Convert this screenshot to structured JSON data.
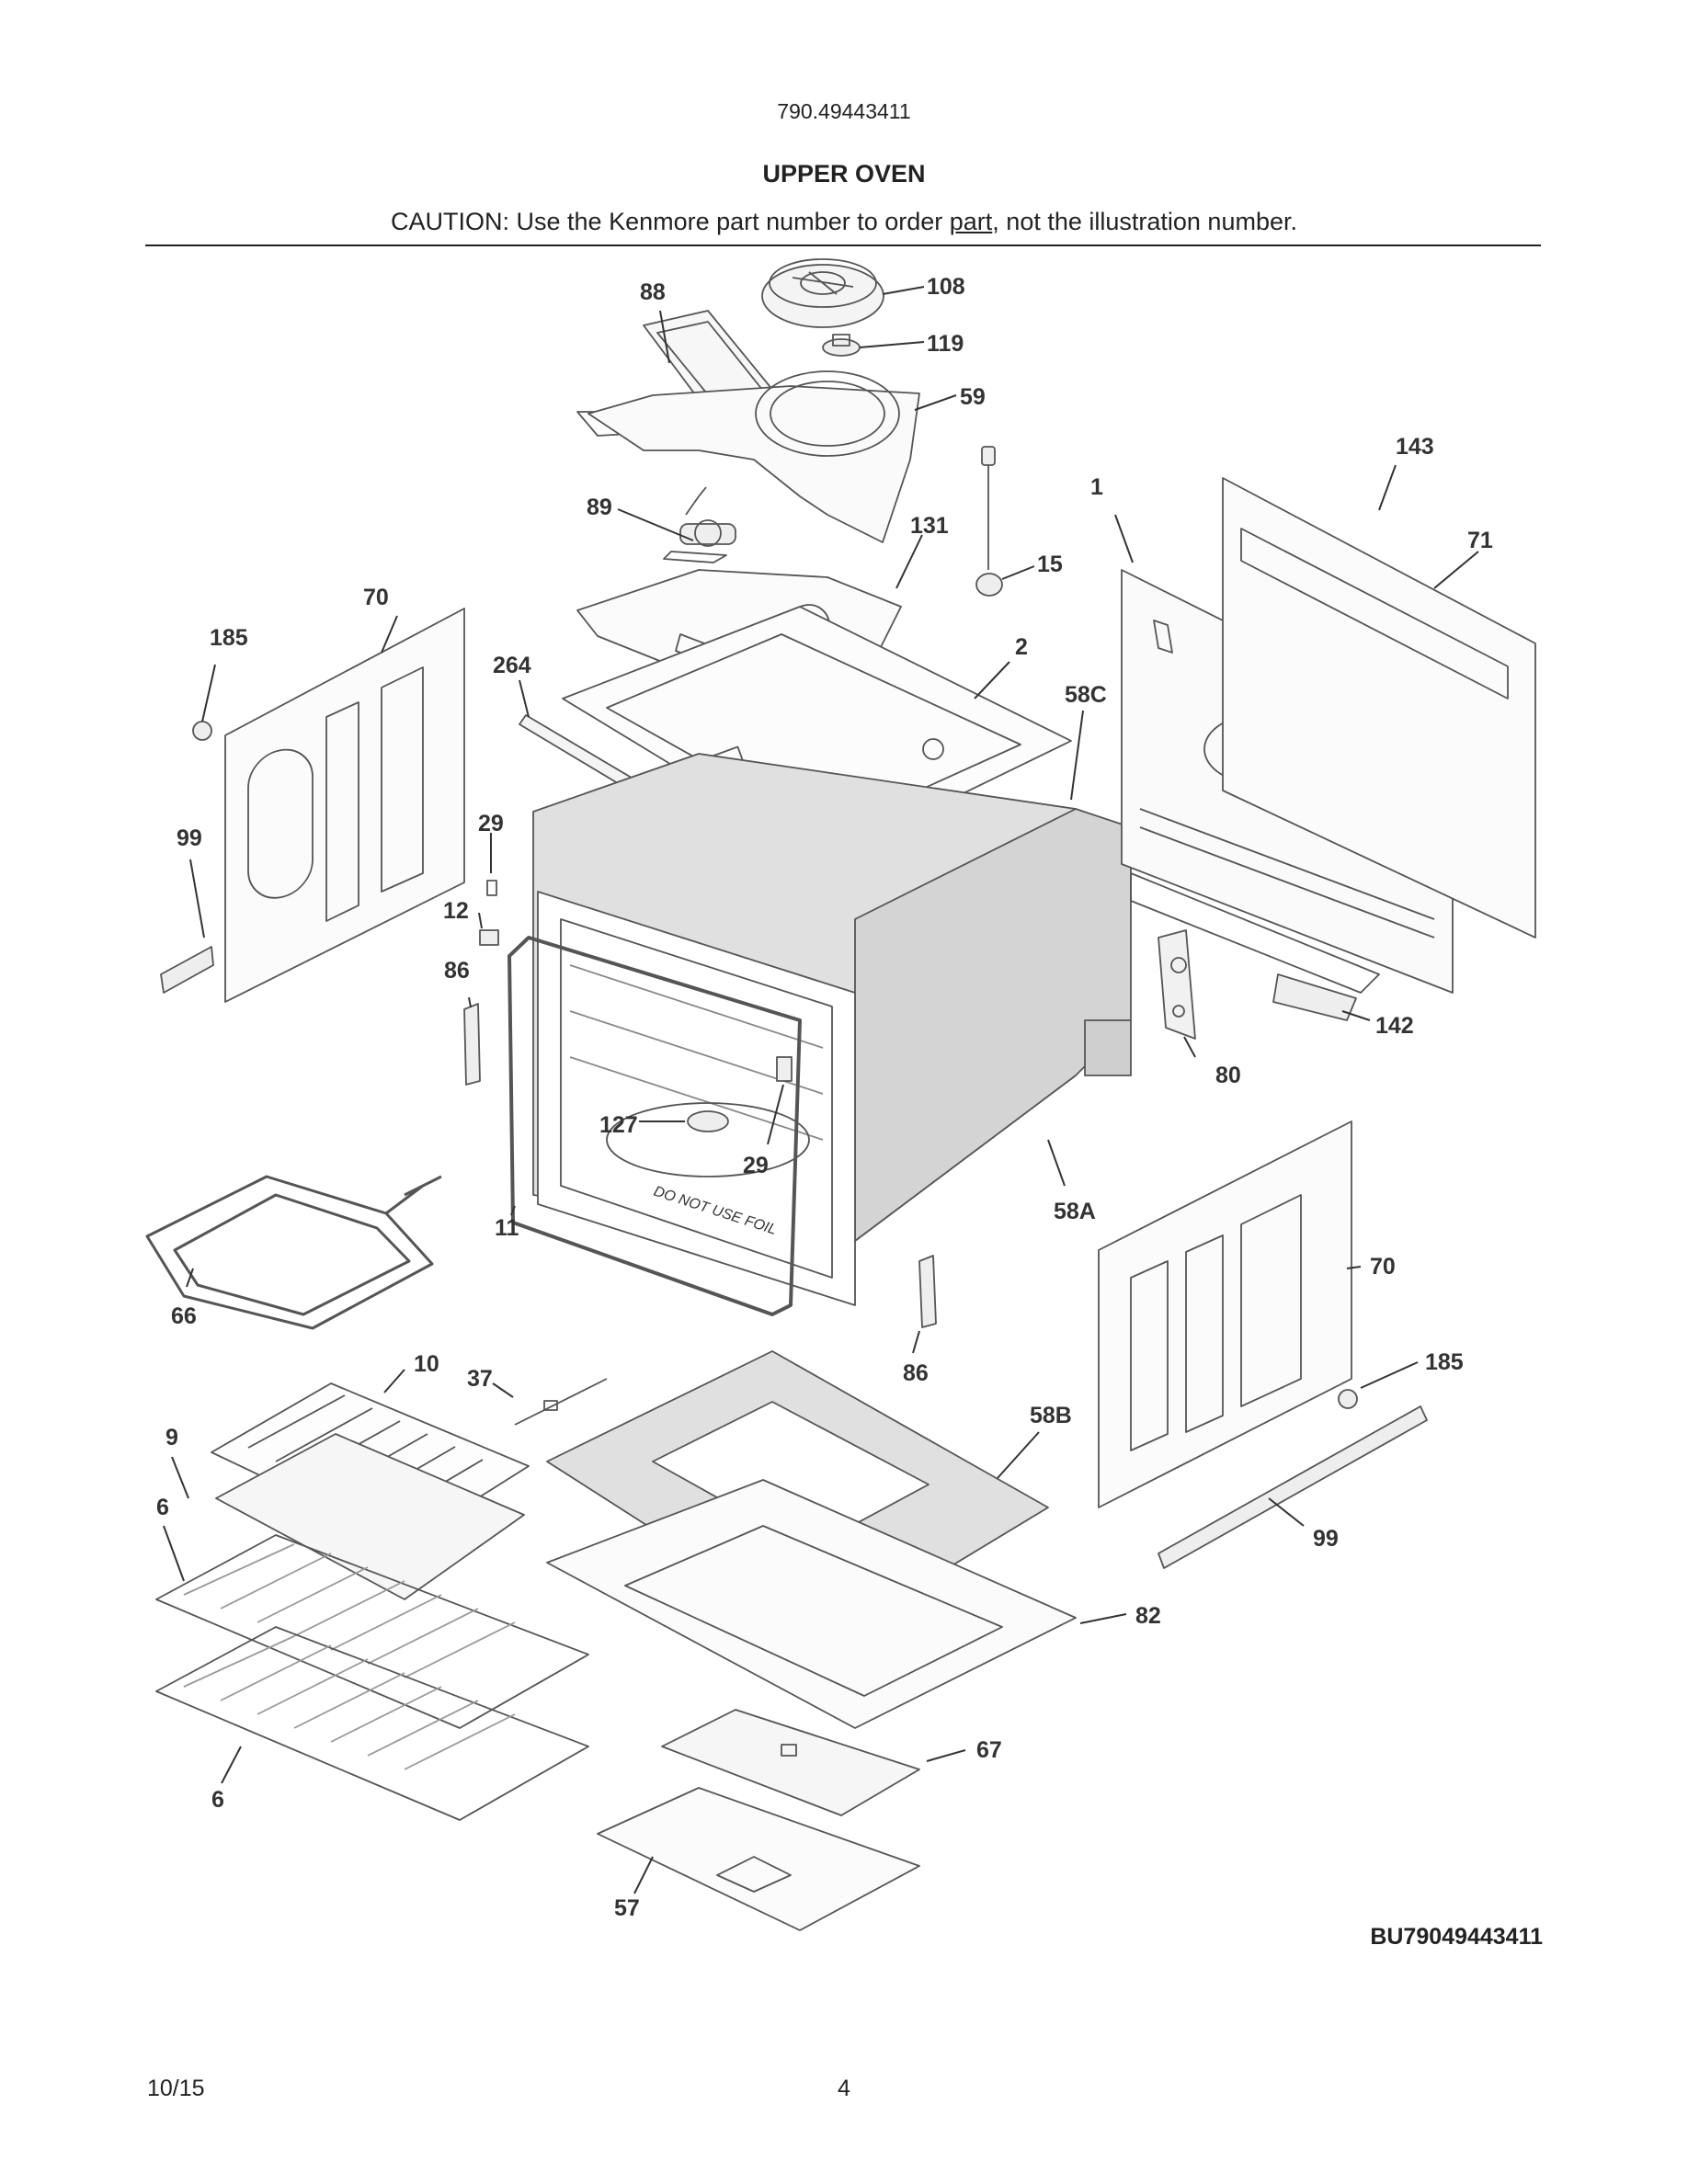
{
  "header": {
    "model_number": "790.49443411",
    "title": "UPPER OVEN",
    "caution_prefix": "CAUTION: Use the Kenmore part number to order ",
    "caution_link": "part",
    "caution_suffix": ", not the illustration number."
  },
  "diagram": {
    "callouts": [
      "88",
      "108",
      "119",
      "59",
      "143",
      "1",
      "71",
      "89",
      "131",
      "15",
      "70",
      "185",
      "264",
      "2",
      "58C",
      "99",
      "29",
      "12",
      "86",
      "127",
      "29",
      "142",
      "80",
      "11",
      "58A",
      "70",
      "66",
      "10",
      "37",
      "86",
      "185",
      "9",
      "58B",
      "6",
      "99",
      "82",
      "6",
      "67",
      "57"
    ],
    "reference_code": "BU79049443411"
  },
  "footer": {
    "date": "10/15",
    "page_number": "4"
  }
}
